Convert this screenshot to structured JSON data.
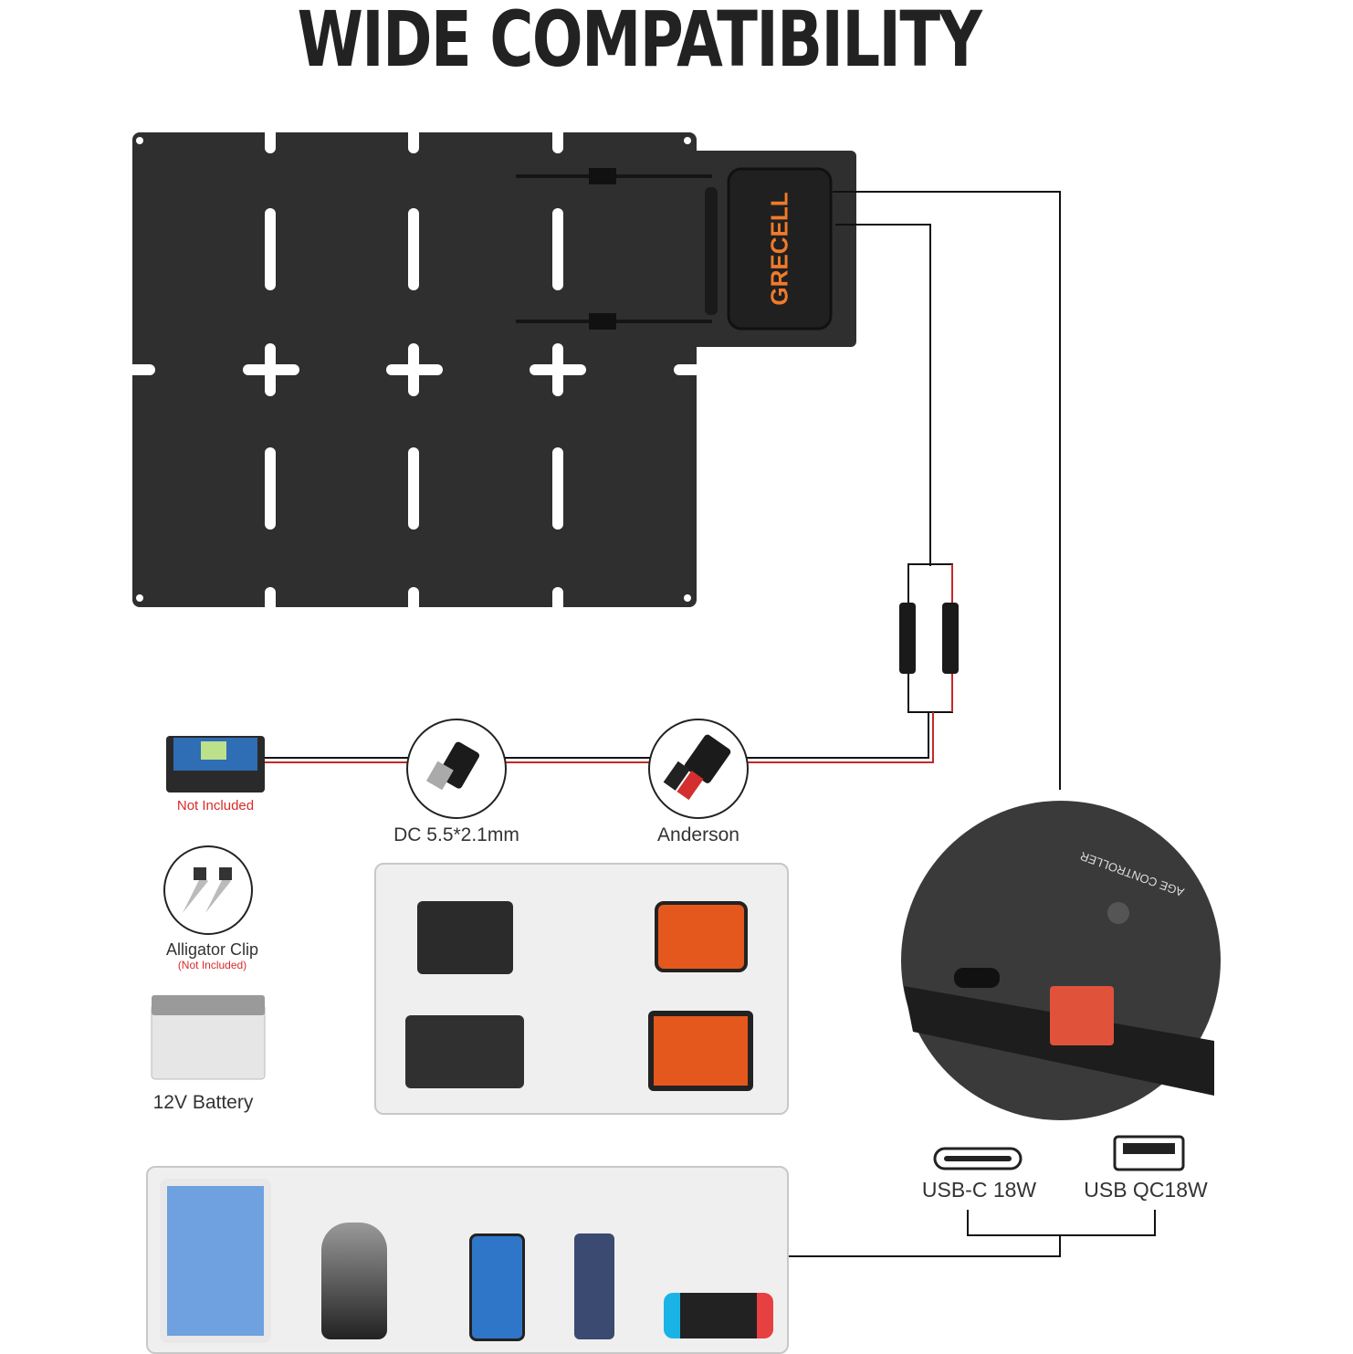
{
  "title": "WIDE COMPATIBILITY",
  "brand": "GRECELL",
  "controller_text": "AGE CONTROLLER",
  "solar_controller": {
    "note": "Not Included"
  },
  "connectors": [
    {
      "label": "DC 5.5*2.1mm"
    },
    {
      "label": "Anderson"
    }
  ],
  "alligator_clip": {
    "label": "Alligator Clip",
    "note": "(Not Included)"
  },
  "battery": {
    "label": "12V Battery"
  },
  "usb_ports": [
    {
      "label": "USB-C 18W",
      "icon": "usb-c-icon"
    },
    {
      "label": "USB QC18W",
      "icon": "usb-a-icon"
    }
  ],
  "colors": {
    "panel": "#2f2f2f",
    "brand": "#f07a2a",
    "cable_red": "#c62828",
    "box_bg": "#efefef"
  }
}
